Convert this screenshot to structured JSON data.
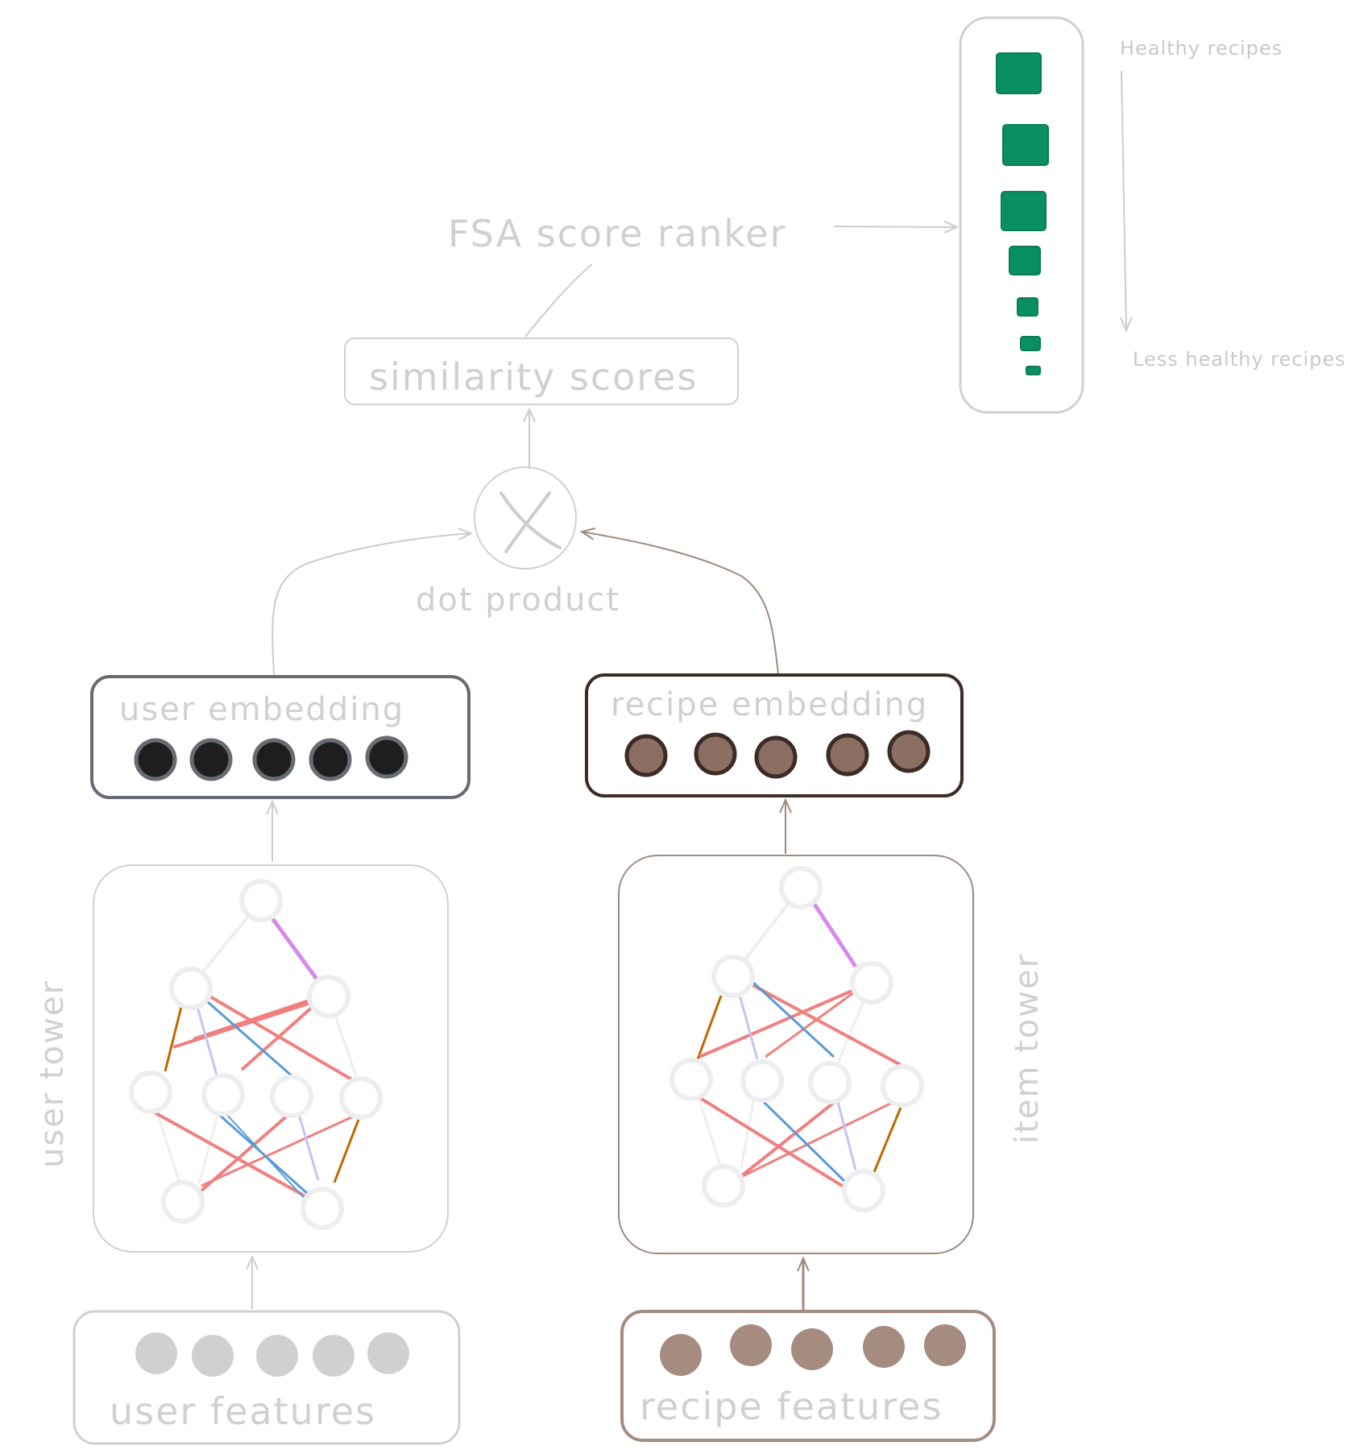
{
  "labels": {
    "fsa_ranker": "FSA score ranker",
    "similarity_scores": "similarity scores",
    "dot_product": "dot product",
    "user_embedding": "user embedding",
    "recipe_embedding": "recipe embedding",
    "user_tower": "user tower",
    "item_tower": "item tower",
    "user_features": "user features",
    "recipe_features": "recipe features",
    "healthy": "Healthy recipes",
    "less_healthy": "Less healthy recipes"
  },
  "colors": {
    "light_gray": "#d0d0d0",
    "user_dark": "#1e1e1e",
    "user_dark_stroke": "#666c72",
    "recipe_brown": "#8c6f63",
    "recipe_brown_stroke": "#3d2b26",
    "feature_brown": "#a68b80",
    "rank_green": "#0a9060",
    "edge_pink": "#f08080",
    "edge_blue": "#5a9ad8",
    "edge_lavender": "#c4c4f0",
    "edge_orange": "#c06800",
    "edge_violet": "#d88ae8"
  },
  "icons": {
    "multiply": "multiply-icon"
  }
}
